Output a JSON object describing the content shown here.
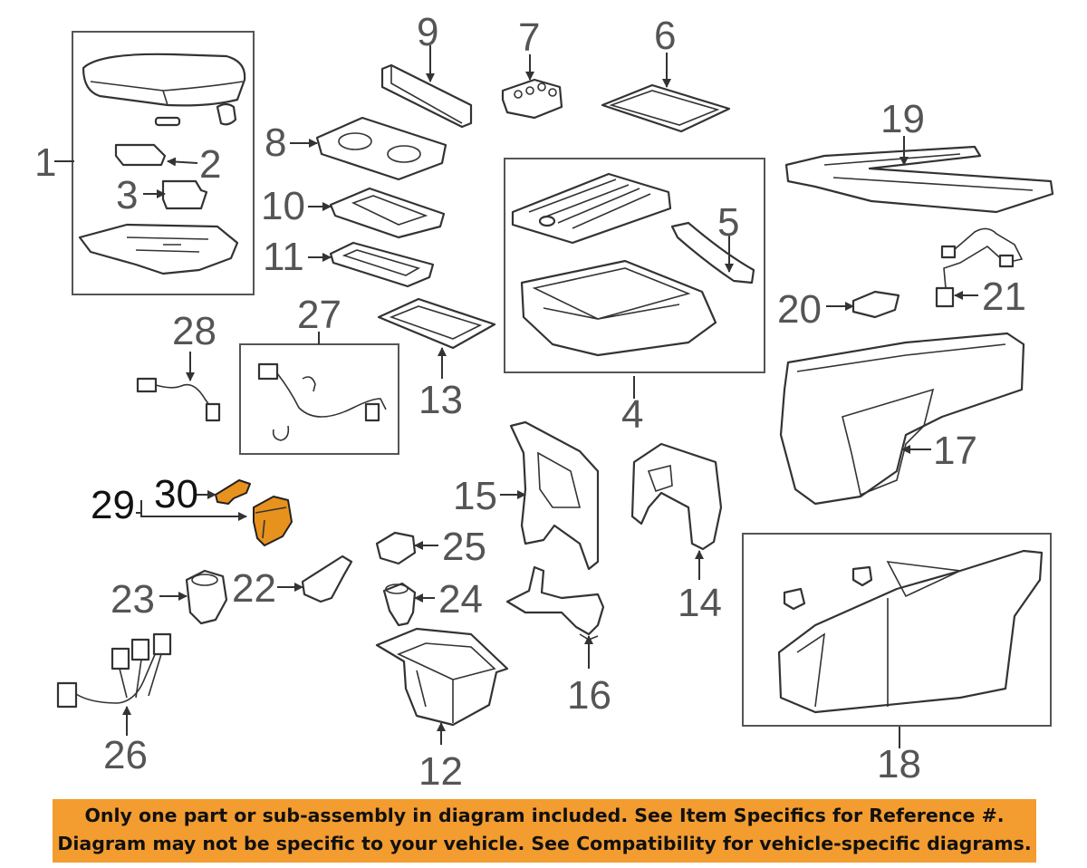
{
  "colors": {
    "highlight": "#e8921e",
    "banner": "#f39c30",
    "line": "#333333",
    "callout": "#555555"
  },
  "callouts": {
    "c1": "1",
    "c2": "2",
    "c3": "3",
    "c4": "4",
    "c5": "5",
    "c6": "6",
    "c7": "7",
    "c8": "8",
    "c9": "9",
    "c10": "10",
    "c11": "11",
    "c12": "12",
    "c13": "13",
    "c14": "14",
    "c15": "15",
    "c16": "16",
    "c17": "17",
    "c18": "18",
    "c19": "19",
    "c20": "20",
    "c21": "21",
    "c22": "22",
    "c23": "23",
    "c24": "24",
    "c25": "25",
    "c26": "26",
    "c27": "27",
    "c28": "28",
    "c29": "29",
    "c30": "30"
  },
  "highlighted_parts": [
    "29",
    "30"
  ],
  "banner": {
    "line1": "Only one part or sub-assembly in diagram included. See Item Specifics for Reference #.",
    "line2": "Diagram may not be specific to your vehicle. See Compatibility for vehicle-specific diagrams."
  }
}
